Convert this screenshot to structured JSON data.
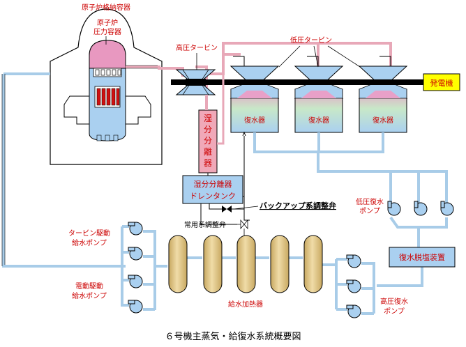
{
  "title": "６号機主蒸気・給復水系統概要図",
  "labels": {
    "containment": "原子炉格納容器",
    "rpv_line1": "原子炉",
    "rpv_line2": "圧力容器",
    "hp_turbine": "高圧タービン",
    "lp_turbine": "低圧タービン",
    "generator": "発電機",
    "condenser": "復水器",
    "moisture_separator": [
      "湿",
      "分",
      "分",
      "離",
      "器"
    ],
    "drain_tank_line1": "湿分分離器",
    "drain_tank_line2": "ドレンタンク",
    "backup_valve": "バックアップ系調整弁",
    "normal_valve": "常用系調整弁",
    "lp_pump_line1": "低圧復水",
    "lp_pump_line2": "ポンプ",
    "turbine_pump_line1": "タービン駆動",
    "turbine_pump_line2": "給水ポンプ",
    "motor_pump_line1": "電動駆動",
    "motor_pump_line2": "給水ポンプ",
    "feedwater_heater": "給水加熱器",
    "demineralizer": "復水脱塩装置",
    "hp_pump_line1": "高圧復水",
    "hp_pump_line2": "ポンプ"
  },
  "colors": {
    "red_text": "#cc0000",
    "steam_pipe": "#e8a8b8",
    "water_pipe": "#a8cce8",
    "condenser_fill": "#aad0f0",
    "turbine_fill": "#aad0f0",
    "turbine_pink": "#e8a0c8",
    "heater_fill": "#e8d098",
    "generator_fill": "#ffff00",
    "rpv_pink": "#e898c0",
    "fuel_red": "#d01010",
    "moisture_sep_fill": "#f0a8b8"
  }
}
